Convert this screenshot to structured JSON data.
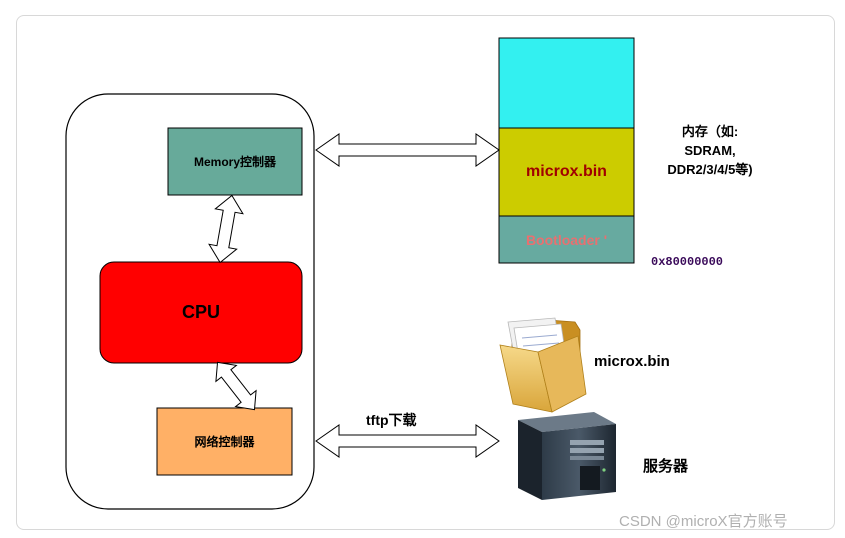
{
  "soc": {
    "memory_controller_label": "Memory控制器",
    "cpu_label": "CPU",
    "network_controller_label": "网络控制器"
  },
  "memory": {
    "caption_lines": [
      "内存（如:",
      "SDRAM,",
      "DDR2/3/4/5等)"
    ],
    "microx_bin_label": "microx.bin",
    "bootloader_label": "Bootloader '",
    "base_address": "0x80000000",
    "colors": {
      "top_block": "#33f0f0",
      "microx_block": "#cccc00",
      "bootloader_block": "#67aaa0",
      "microx_text": "#a00000",
      "bootloader_text": "#e87070",
      "address_text": "#3a0a5a"
    }
  },
  "links": {
    "tftp_label": "tftp下载"
  },
  "server": {
    "file_label": "microx.bin",
    "server_label": "服务器",
    "file_icon": "folder-icon",
    "server_icon": "server-tower-icon"
  },
  "colors": {
    "memory_controller_fill": "#67aa9a",
    "cpu_fill": "#ff0000",
    "network_controller_fill": "#ffb066"
  },
  "watermark": "CSDN @microX官方账号"
}
